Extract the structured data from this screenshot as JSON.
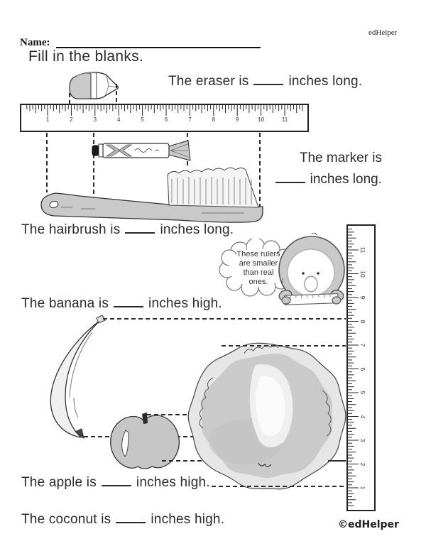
{
  "page": {
    "bg": "#ffffff",
    "ink": "#2b2b2b",
    "fill_gray": "#c9c9c9"
  },
  "header": {
    "brand": "edHelper",
    "name_label": "Name:",
    "instruction": "Fill in the blanks."
  },
  "questions": {
    "eraser": {
      "before": "The eraser is",
      "after": "inches long."
    },
    "marker": {
      "line1": "The marker is",
      "line2_after": "inches long."
    },
    "hairbrush": {
      "before": "The hairbrush is",
      "after": "inches long."
    },
    "banana": {
      "before": "The banana is",
      "after": "inches high."
    },
    "apple": {
      "before": "The apple is",
      "after": "inches high."
    },
    "coconut": {
      "before": "The coconut is",
      "after": "inches high."
    }
  },
  "penguin_bubble": {
    "lines": [
      "These rulers",
      "are smaller",
      "than real",
      "ones."
    ]
  },
  "rulers": {
    "horizontal": {
      "numbers": [
        "1",
        "2",
        "3",
        "4",
        "5",
        "6",
        "7",
        "8",
        "9",
        "10",
        "11"
      ]
    },
    "vertical": {
      "numbers": [
        "11",
        "10",
        "9",
        "8",
        "7",
        "6",
        "5",
        "4",
        "3",
        "2",
        "1"
      ]
    }
  },
  "footer": {
    "copyright": "©edHelper"
  }
}
